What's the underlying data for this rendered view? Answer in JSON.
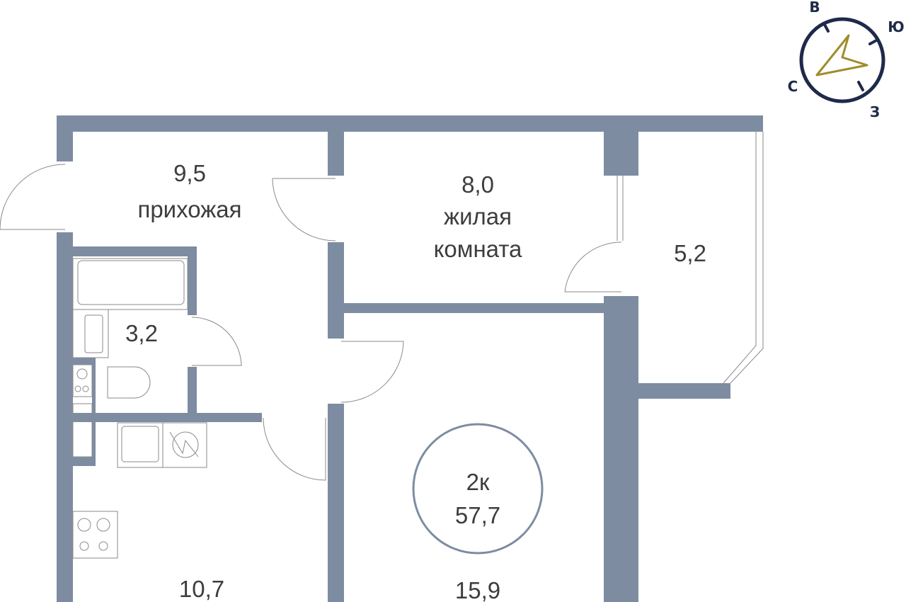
{
  "plan": {
    "apartment_type": "2к",
    "total_area": "57,7",
    "rooms": {
      "hallway": {
        "area": "9,5",
        "name": "прихожая"
      },
      "living_room": {
        "area": "8,0",
        "name_line1": "жилая",
        "name_line2": "комната"
      },
      "balcony": {
        "area": "5,2"
      },
      "bathroom": {
        "area": "3,2"
      },
      "kitchen": {
        "area": "10,7"
      },
      "room": {
        "area": "15,9"
      }
    }
  },
  "compass": {
    "east": "В",
    "south": "Ю",
    "north": "С",
    "west": "З"
  },
  "colors": {
    "wall": "#7d8ca1",
    "compass": "#1f2a4a",
    "arrow": "#a08c2a",
    "text": "#3d3d3d"
  }
}
